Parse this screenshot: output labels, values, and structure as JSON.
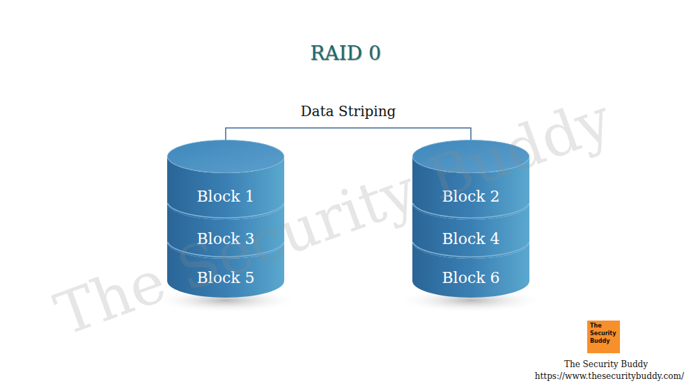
{
  "diagram": {
    "title": "RAID 0",
    "nodes": [
      {
        "text": [
          "Block 1"
        ]
      },
      {
        "text": [
          "Block 2"
        ]
      },
      {
        "text": [
          "Block 3"
        ]
      },
      {
        "text": [
          "Block 4"
        ]
      },
      {
        "text": [
          "Block 5"
        ]
      },
      {
        "text": [
          "Block 6"
        ]
      }
    ],
    "edges": [
      {
        "from": 0,
        "to": 1,
        "arrow": "none",
        "label": "Data Striping"
      }
    ],
    "labels": [
      "The Security Buddy",
      "The Security Buddy",
      "The Security Buddy",
      "https://www.thesecuritybuddy.com/"
    ]
  }
}
